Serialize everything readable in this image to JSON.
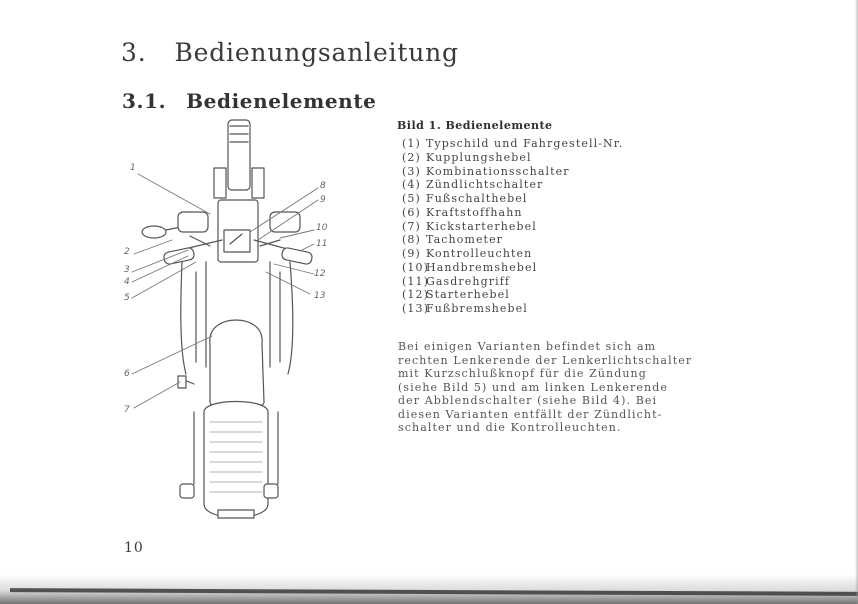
{
  "chapter": {
    "number": "3.",
    "title": "Bedienungsanleitung"
  },
  "section": {
    "number": "3.1.",
    "title": "Bedienelemente"
  },
  "figure": {
    "caption": "Bild 1. Bedienelemente",
    "callouts": [
      "1",
      "2",
      "3",
      "4",
      "5",
      "6",
      "7",
      "8",
      "9",
      "10",
      "11",
      "12",
      "13"
    ],
    "legend": [
      {
        "num": "(1)",
        "label": "Typschild und Fahrgestell-Nr."
      },
      {
        "num": "(2)",
        "label": "Kupplungshebel"
      },
      {
        "num": "(3)",
        "label": "Kombinationsschalter"
      },
      {
        "num": "(4)",
        "label": "Zündlichtschalter"
      },
      {
        "num": "(5)",
        "label": "Fußschalthebel"
      },
      {
        "num": "(6)",
        "label": "Kraftstoffhahn"
      },
      {
        "num": "(7)",
        "label": "Kickstarterhebel"
      },
      {
        "num": "(8)",
        "label": "Tachometer"
      },
      {
        "num": "(9)",
        "label": "Kontrolleuchten"
      },
      {
        "num": "(10)",
        "label": "Handbremshebel"
      },
      {
        "num": "(11)",
        "label": "Gasdrehgriff"
      },
      {
        "num": "(12)",
        "label": "Starterhebel"
      },
      {
        "num": "(13)",
        "label": "Fußbremshebel"
      }
    ]
  },
  "note": {
    "lines": [
      "Bei einigen Varianten befindet sich am",
      "rechten Lenkerende der Lenkerlichtschalter",
      "mit Kurzschlußknopf für die Zündung",
      "(siehe Bild 5) und am linken Lenkerende",
      "der Abblendschalter (siehe Bild 4). Bei",
      "diesen Varianten entfällt der Zündlicht-",
      "schalter und die Kontrolleuchten."
    ]
  },
  "page_number": "10"
}
